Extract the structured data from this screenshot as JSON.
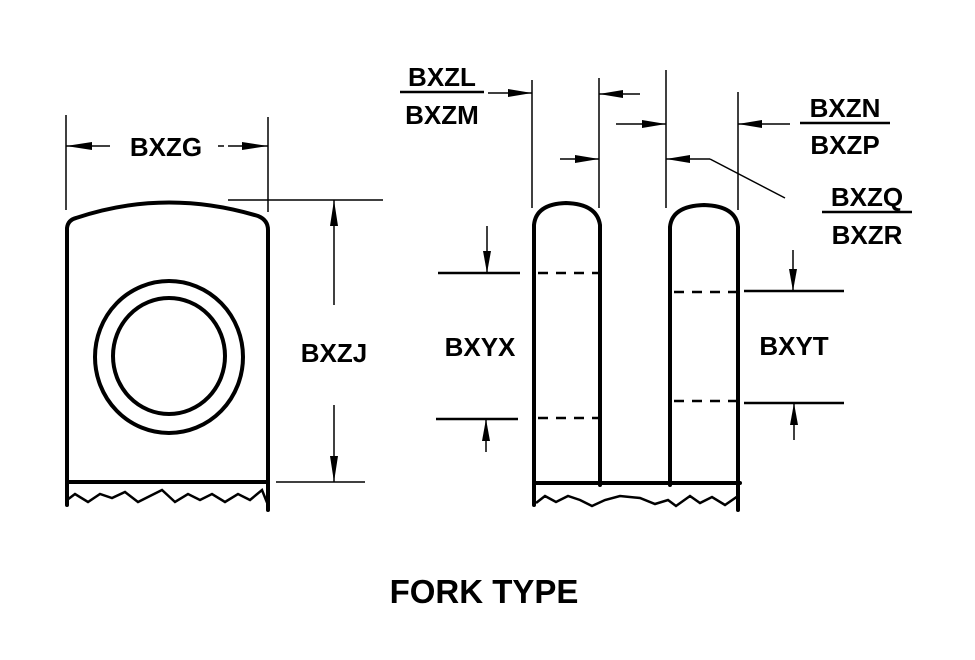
{
  "diagram": {
    "title": "FORK TYPE",
    "side_view": {
      "width_label": "BXZG",
      "height_label": "BXZJ"
    },
    "fork_view": {
      "left_gap_label_top": "BXZL",
      "left_gap_label_bottom": "BXZM",
      "right_gap_label_top": "BXZN",
      "right_gap_label_bottom": "BXZP",
      "tine_label_top": "BXZQ",
      "tine_label_bottom": "BXZR",
      "left_hole_label": "BXYX",
      "right_hole_label": "BXYT"
    }
  }
}
